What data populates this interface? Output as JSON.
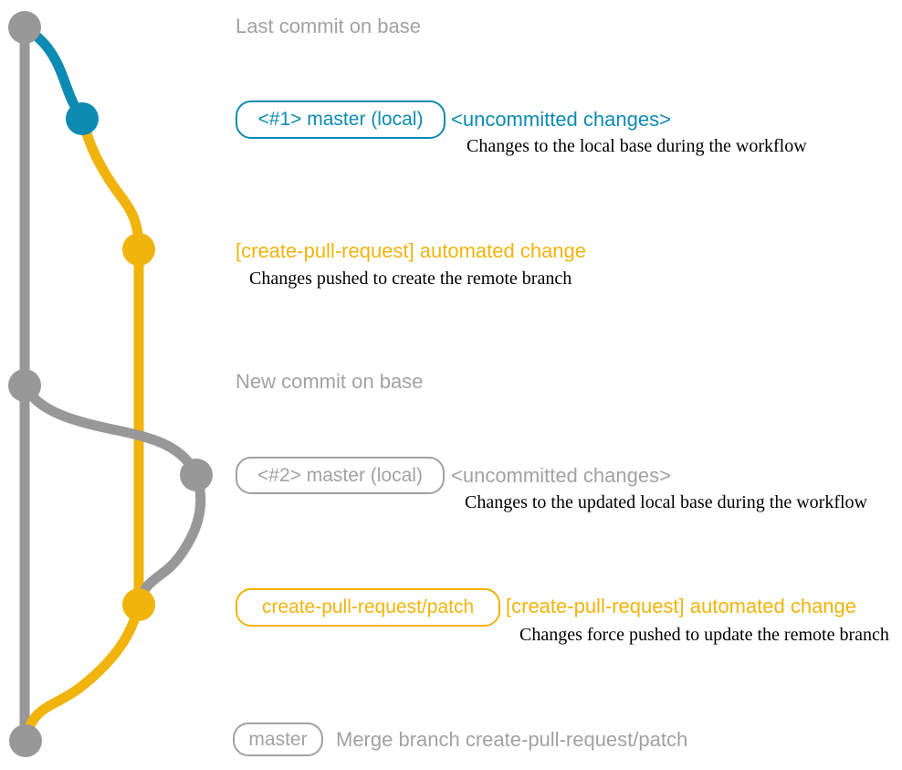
{
  "colors": {
    "teal": "#0e8bb2",
    "yellow": "#f0b40c",
    "gray_graph": "#989898",
    "gray_text": "#a2a2a2",
    "detail_text": "#000000",
    "background": "#ffffff"
  },
  "graph": {
    "commits": [
      {
        "name": "last-commit-on-base",
        "color": "gray"
      },
      {
        "name": "local-master-1-commit",
        "color": "teal"
      },
      {
        "name": "patch-branch-commit-1",
        "color": "yellow"
      },
      {
        "name": "new-commit-on-base",
        "color": "gray"
      },
      {
        "name": "local-master-2-commit",
        "color": "gray"
      },
      {
        "name": "patch-branch-commit-2",
        "color": "yellow"
      },
      {
        "name": "merge-commit",
        "color": "gray"
      }
    ]
  },
  "rows": [
    {
      "title": "Last commit on base"
    },
    {
      "badge": "<#1> master (local)",
      "note": "<uncommitted changes>",
      "detail": "Changes to the local base during the workflow"
    },
    {
      "heading": "[create-pull-request] automated change",
      "detail": "Changes pushed to create the remote branch"
    },
    {
      "title": "New commit on base"
    },
    {
      "badge": "<#2> master (local)",
      "note": "<uncommitted changes>",
      "detail": "Changes to the updated local base during the workflow"
    },
    {
      "badge": "create-pull-request/patch",
      "heading": "[create-pull-request] automated change",
      "detail": "Changes force pushed to update the remote branch"
    },
    {
      "badge": "master",
      "heading": "Merge branch create-pull-request/patch"
    }
  ]
}
